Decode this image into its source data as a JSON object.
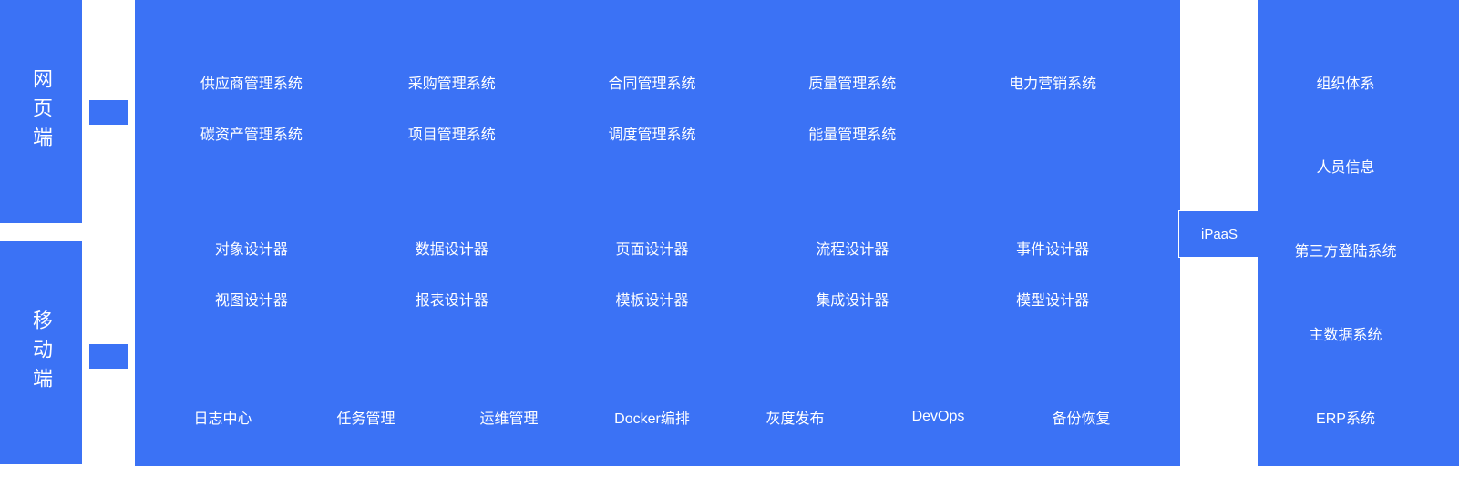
{
  "colors": {
    "primary": "#3b72f5",
    "text": "#ffffff",
    "background": "#ffffff"
  },
  "left_panels": {
    "web": {
      "label": "网页端"
    },
    "mobile": {
      "label": "移动端"
    }
  },
  "main_panel": {
    "business_systems_row1": [
      "供应商管理系统",
      "采购管理系统",
      "合同管理系统",
      "质量管理系统",
      "电力营销系统"
    ],
    "business_systems_row2": [
      "碳资产管理系统",
      "项目管理系统",
      "调度管理系统",
      "能量管理系统"
    ],
    "designers_row1": [
      "对象设计器",
      "数据设计器",
      "页面设计器",
      "流程设计器",
      "事件设计器"
    ],
    "designers_row2": [
      "视图设计器",
      "报表设计器",
      "模板设计器",
      "集成设计器",
      "模型设计器"
    ],
    "ops_row": [
      "日志中心",
      "任务管理",
      "运维管理",
      "Docker编排",
      "灰度发布",
      "DevOps",
      "备份恢复"
    ]
  },
  "ipaas": {
    "label": "iPaaS"
  },
  "right_panel": {
    "items": [
      "组织体系",
      "人员信息",
      "第三方登陆系统",
      "主数据系统",
      "ERP系统"
    ]
  }
}
